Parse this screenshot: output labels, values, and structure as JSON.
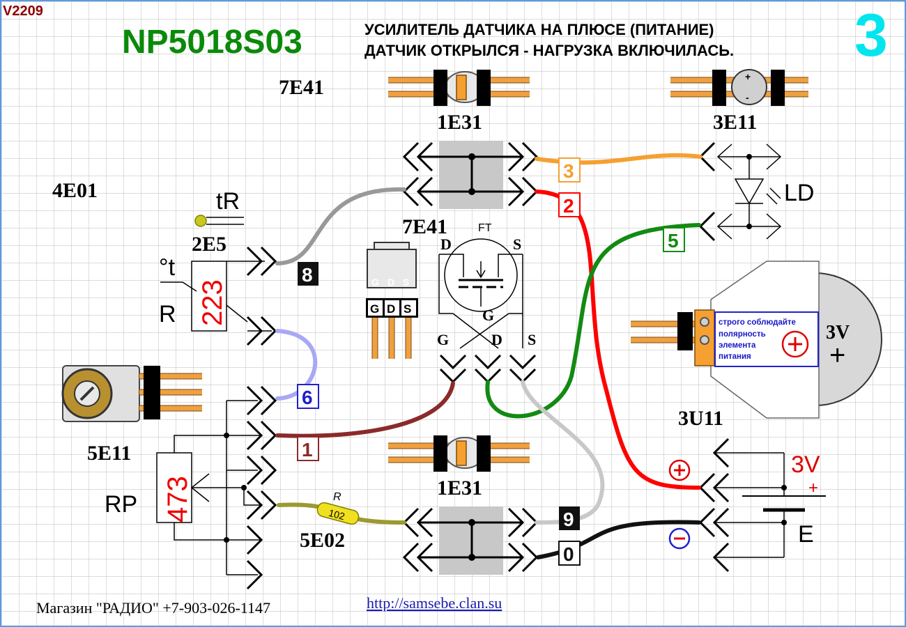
{
  "header": {
    "version": "V2209",
    "model": "NP5018S03",
    "title_line1": "УСИЛИТЕЛЬ ДАТЧИКА НА ПЛЮСЕ (ПИТАНИЕ)",
    "title_line2": "ДАТЧИК ОТКРЫЛСЯ - НАГРУЗКА ВКЛЮЧИЛАСЬ.",
    "page_number": "3"
  },
  "components": {
    "top_left_module": "7E41",
    "cap_top": "1E31",
    "led_module": "3E11",
    "sensor_module": "4E01",
    "thermistor_module": "2E5",
    "thermistor_tr": "tR",
    "thermistor_deg": "°t",
    "thermistor_r": "R",
    "thermistor_value": "223",
    "transistor_module": "7E41",
    "transistor_ft": "FT",
    "pin_d": "D",
    "pin_s": "S",
    "pin_g": "G",
    "led_label": "LD",
    "battery_module": "3U11",
    "battery_voltage": "3V",
    "battery_note_line1": "строго соблюдайте",
    "battery_note_line2": "полярность",
    "battery_note_line3": "элемента",
    "battery_note_line4": "питания",
    "pot_module": "5E11",
    "pot_label": "RP",
    "pot_value": "473",
    "resistor_module": "5E02",
    "resistor_r": "R",
    "resistor_value": "102",
    "cap_bottom": "1E31",
    "supply_label": "3V",
    "supply_plus": "+",
    "supply_e": "E"
  },
  "wires": {
    "w1": "1",
    "w2": "2",
    "w3": "3",
    "w5": "5",
    "w6": "6",
    "w8": "8",
    "w9": "9",
    "w0": "0"
  },
  "footer": {
    "shop": "Магазин \"РАДИО\" +7-903-026-1147",
    "url": "http://samsebe.clan.su"
  },
  "colors": {
    "grid": "#c8c8c8",
    "model_green": "#0a8a0a",
    "page_cyan": "#00e5ee",
    "version_red": "#8b0000",
    "wire_orange": "#f5a030",
    "wire_red": "#ff0000",
    "wire_green": "#138a13",
    "wire_lavender": "#a8a8f5",
    "wire_maroon": "#8b2a2a",
    "wire_gray": "#999999",
    "wire_lightgray": "#c8c8c8",
    "wire_olive": "#9a9a30",
    "wire_black": "#111111"
  }
}
